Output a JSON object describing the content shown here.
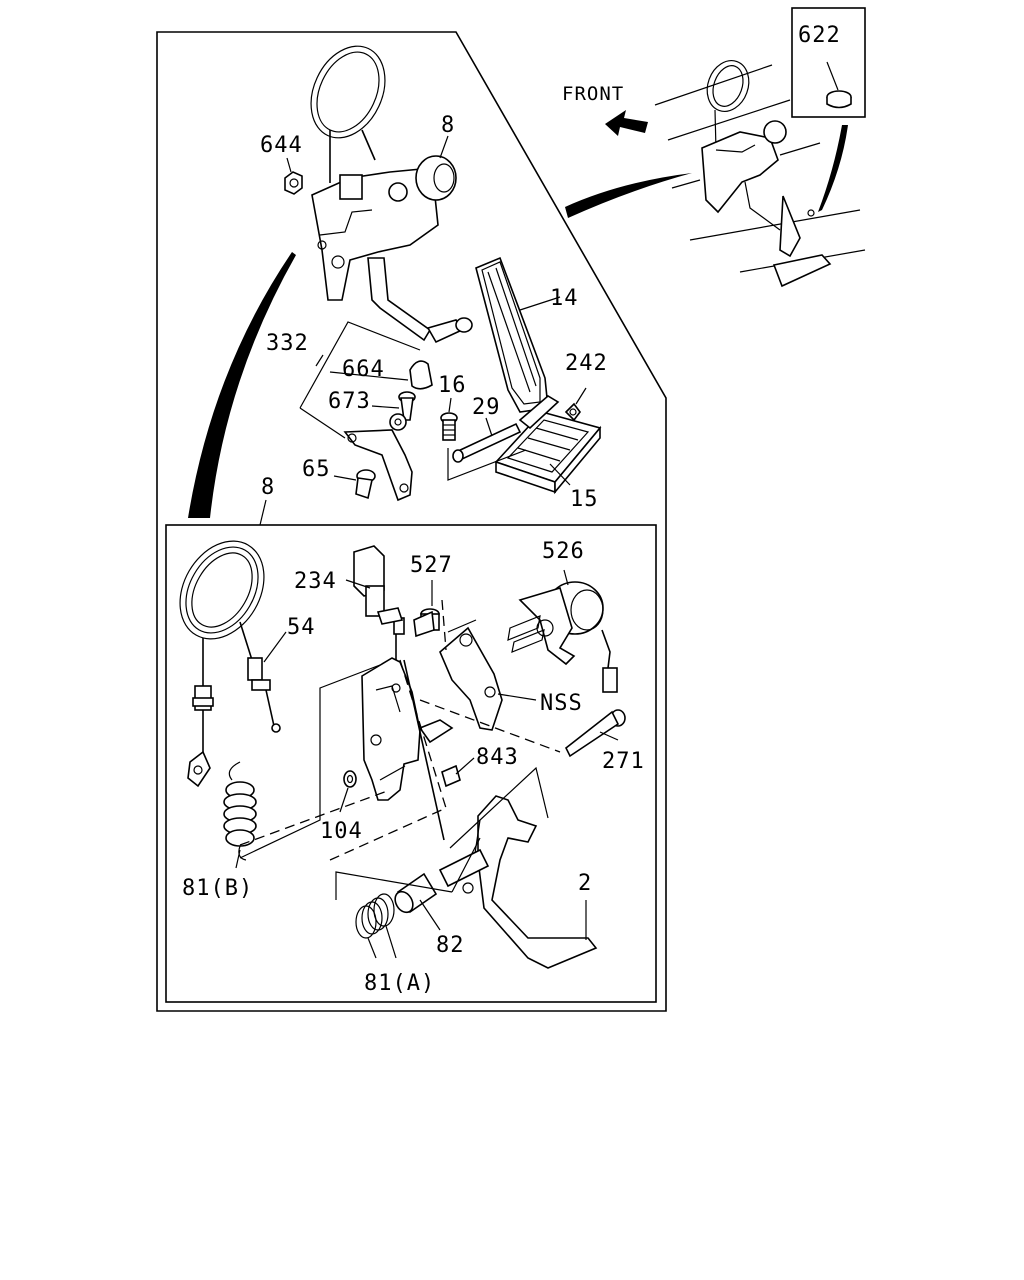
{
  "direction_label": "FRONT",
  "labels": {
    "p622": "622",
    "p644": "644",
    "p8_top": "8",
    "p14": "14",
    "p242": "242",
    "p332": "332",
    "p664": "664",
    "p673": "673",
    "p16": "16",
    "p29": "29",
    "p65": "65",
    "p15": "15",
    "p8_detail": "8",
    "p234": "234",
    "p527": "527",
    "p526": "526",
    "p54": "54",
    "pNSS": "NSS",
    "p271": "271",
    "p843": "843",
    "p104": "104",
    "p81B": "81(B)",
    "p2": "2",
    "p82": "82",
    "p81A": "81(A)"
  }
}
